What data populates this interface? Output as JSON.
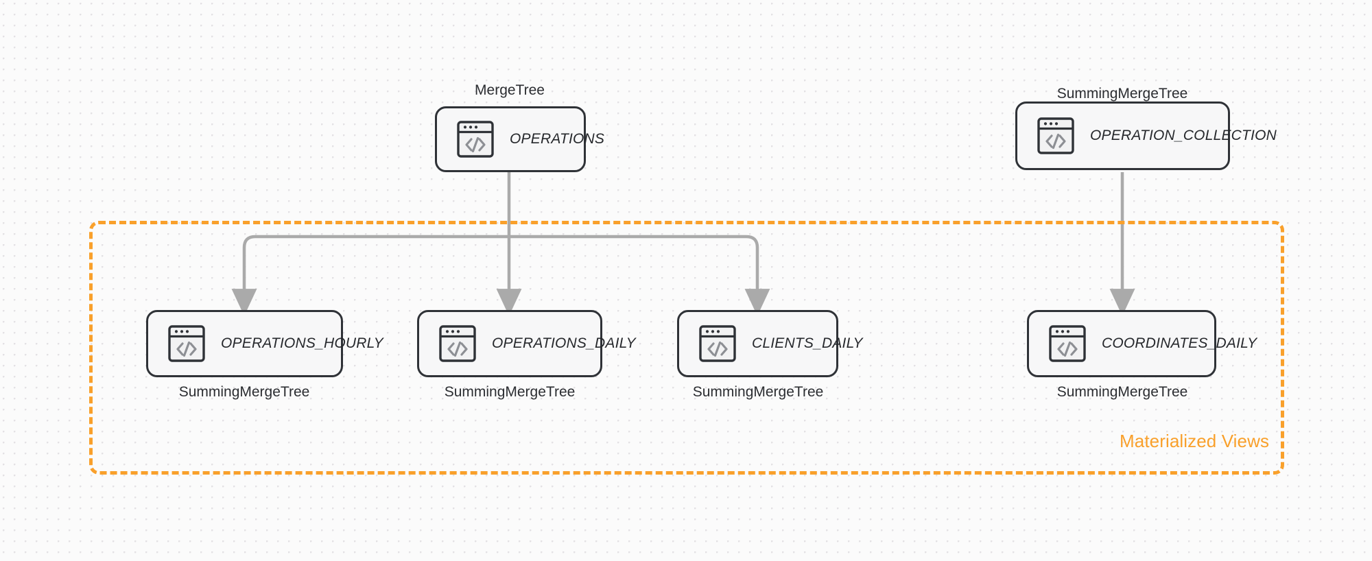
{
  "diagram": {
    "title": "ClickHouse materialized views topology",
    "background_color": "#fbfbfb",
    "node_border_color": "#2f3237",
    "node_fill_color": "#f7f7f8",
    "connector_color": "#aaaaaa",
    "accent_color": "#f9a02b"
  },
  "group": {
    "label": "Materialized Views",
    "style": "dashed",
    "color": "#f9a02b"
  },
  "sources": [
    {
      "id": "operations",
      "name": "OPERATIONS",
      "engine": "MergeTree",
      "engine_position": "above",
      "icon": "code-window-icon"
    },
    {
      "id": "operation_collection",
      "name": "OPERATION_COLLECTION",
      "engine": "SummingMergeTree",
      "engine_position": "above",
      "icon": "code-window-icon"
    }
  ],
  "views": [
    {
      "id": "operations_hourly",
      "name": "OPERATIONS_HOURLY",
      "engine": "SummingMergeTree",
      "engine_position": "below",
      "icon": "code-window-icon",
      "parent": "operations"
    },
    {
      "id": "operations_daily",
      "name": "OPERATIONS_DAILY",
      "engine": "SummingMergeTree",
      "engine_position": "below",
      "icon": "code-window-icon",
      "parent": "operations"
    },
    {
      "id": "clients_daily",
      "name": "CLIENTS_DAILY",
      "engine": "SummingMergeTree",
      "engine_position": "below",
      "icon": "code-window-icon",
      "parent": "operations"
    },
    {
      "id": "coordinates_daily",
      "name": "COORDINATES_DAILY",
      "engine": "SummingMergeTree",
      "engine_position": "below",
      "icon": "code-window-icon",
      "parent": "operation_collection"
    }
  ],
  "edges": [
    {
      "from": "operations",
      "to": "operations_hourly"
    },
    {
      "from": "operations",
      "to": "operations_daily"
    },
    {
      "from": "operations",
      "to": "clients_daily"
    },
    {
      "from": "operation_collection",
      "to": "coordinates_daily"
    }
  ]
}
